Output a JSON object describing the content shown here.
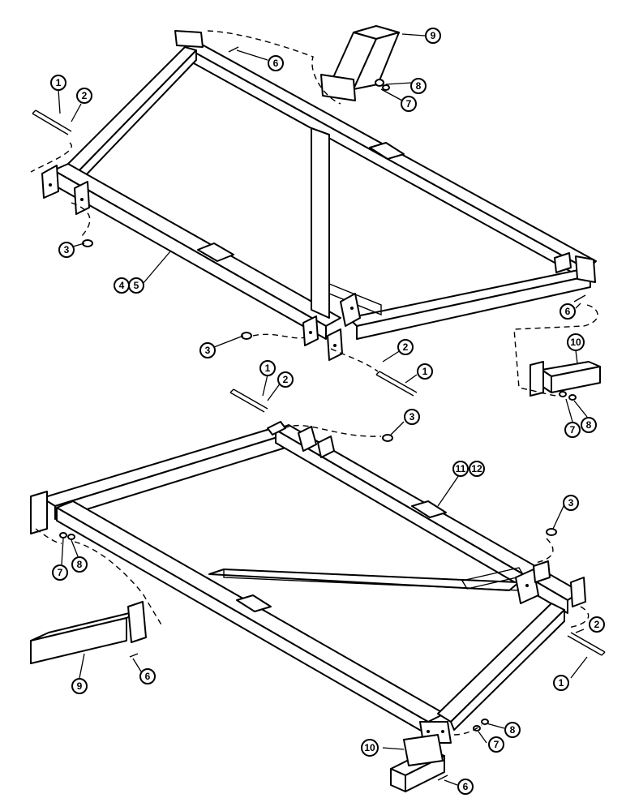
{
  "callouts": {
    "c1": "1",
    "c2": "2",
    "c3": "3",
    "c4": "4",
    "c5": "5",
    "c6": "6",
    "c7": "7",
    "c8": "8",
    "c9": "9",
    "c10": "10",
    "c11": "11",
    "c12": "12"
  },
  "colors": {
    "line": "#000000",
    "paper": "#ffffff"
  }
}
